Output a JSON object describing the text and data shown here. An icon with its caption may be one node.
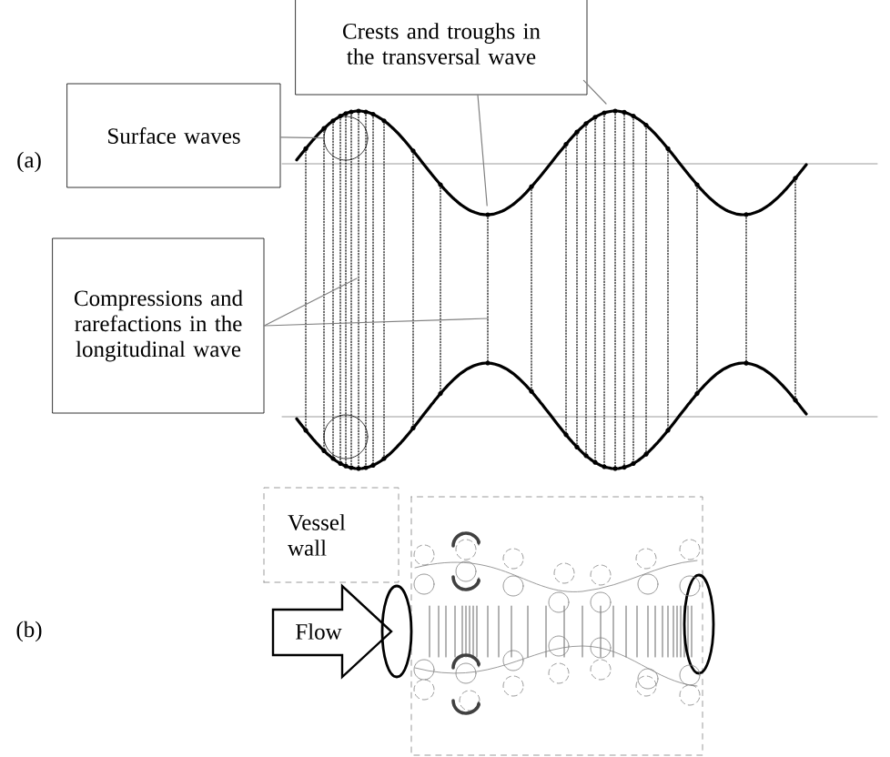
{
  "diagram": {
    "nodes": [
      {
        "text": [
          "Surface waves"
        ]
      },
      {
        "text": [],
        "shape": "circle"
      },
      {
        "text": [
          "Crests and troughs in the transversal wave"
        ]
      },
      {
        "text": [
          "Compressions and rarefactions in the longitudinal wave"
        ]
      },
      {
        "text": [],
        "shape": "circle"
      },
      {
        "text": [
          "Vessel wall"
        ]
      },
      {
        "text": [
          "Flow"
        ]
      }
    ],
    "edges": [
      {
        "from": 0,
        "to": 1,
        "arrow": "none"
      },
      {
        "from": 2,
        "to": null,
        "arrow": "none"
      },
      {
        "from": 2,
        "to": null,
        "arrow": "none"
      },
      {
        "from": 3,
        "to": null,
        "arrow": "none"
      },
      {
        "from": 3,
        "to": null,
        "arrow": "none"
      }
    ],
    "labels": [
      "(a)",
      "(b)"
    ]
  }
}
